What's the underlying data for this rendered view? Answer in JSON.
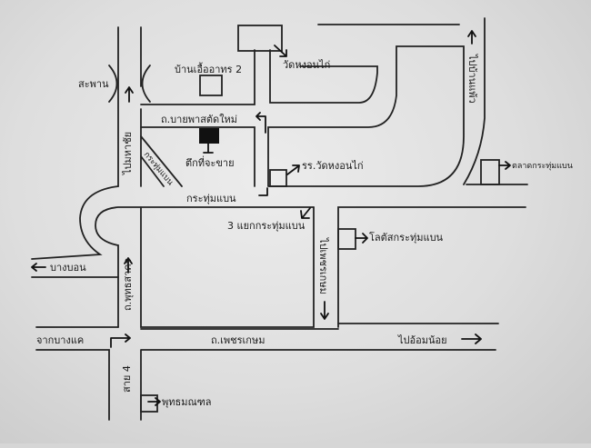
{
  "map": {
    "labels": {
      "bridge": "สะพาน",
      "housing": "บ้านเอื้ออาทร 2",
      "temple": "วัดหงอนไก่",
      "bypass_road": "ถ.บายพาสตัดใหม่",
      "building_for_sale": "ตึกที่จะขาย",
      "temple_school": "รร.วัดหงอนไก่",
      "krathum_baen_diag": "กระทุ่มแบน",
      "krathum_baen_road": "กระทุ่มแบน",
      "junction": "3 แยกกระทุ่มแบน",
      "to_mahachai": "ไปมหาชัย",
      "to_ban_phaeo": "ไปบ้านแพ้ว",
      "market": "ตลาดกระทุ่มแบน",
      "lotus": "โลตัสกระทุ่มแบน",
      "to_phetkasem": "ไปเพชรเกษม",
      "bang_bon": "บางบอน",
      "phutthasakhon_road": "ถ.พุทธสาคร",
      "from_bang_khae": "จากบางแค",
      "phetkasem_road": "ถ.เพชรเกษม",
      "to_om_noi": "ไปอ้อมน้อย",
      "line_4": "สาย 4",
      "phutthamonthon": "พุทธมณฑล"
    }
  }
}
